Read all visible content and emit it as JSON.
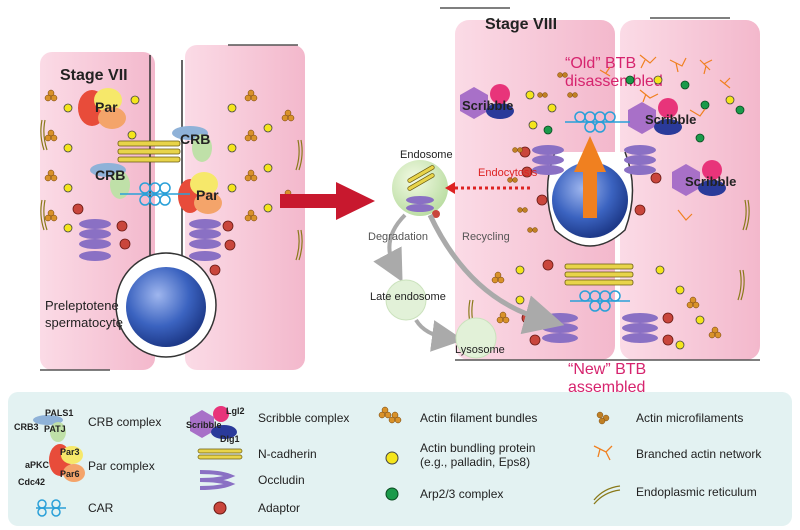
{
  "colors": {
    "cell_pink": "#f7c6d6",
    "legend_bg": "#e3f2f2",
    "red_arrow": "#c8182e",
    "magenta_text": "#d6246e",
    "nucleus_blue": "#3b63c0",
    "orange_arrow": "#f08020",
    "occludin_purple": "#8a70c4",
    "adaptor_red": "#c9463c",
    "actin_orange": "#d9922a",
    "bundling_yellow": "#f4e51c",
    "arp_green": "#1a9a4a",
    "cadherin_yellow": "#e8d44a",
    "car_cyan": "#2aa0d8",
    "gray_arrow": "#aaaaaa"
  },
  "stage7": {
    "title": "Stage VII",
    "par_label": "Par",
    "crb_label": "CRB",
    "cell_label_line1": "Preleptotene",
    "cell_label_line2": "spermatocyte"
  },
  "stage8": {
    "title": "Stage VIII",
    "old_btb_line1": "“Old” BTB",
    "old_btb_line2": "disassembled",
    "new_btb_line1": "“New” BTB",
    "new_btb_line2": "assembled",
    "scribble_label": "Scribble",
    "endosome": "Endosome",
    "endocytosis": "Endocytosis",
    "degradation": "Degradation",
    "recycling": "Recycling",
    "late_endosome": "Late endosome",
    "lysosome": "Lysosome"
  },
  "legend": {
    "crb_icon": {
      "pals1": "PALS1",
      "crb3": "CRB3",
      "patj": "PATJ"
    },
    "crb_complex": "CRB complex",
    "par_icon": {
      "par3": "Par3",
      "apkc": "aPKC",
      "par6": "Par6",
      "cdc42": "Cdc42"
    },
    "par_complex": "Par complex",
    "car": "CAR",
    "scribble_icon": {
      "lgl2": "Lgl2",
      "scribble": "Scribble",
      "dlg1": "Dlg1"
    },
    "scribble_complex": "Scribble complex",
    "n_cadherin": "N-cadherin",
    "occludin": "Occludin",
    "adaptor": "Adaptor",
    "actin_bundles": "Actin filament bundles",
    "bundling_line1": "Actin bundling protein",
    "bundling_line2": "(e.g., palladin, Eps8)",
    "arp": "Arp2/3 complex",
    "microfilaments": "Actin microfilaments",
    "branched": "Branched actin network",
    "er": "Endoplasmic reticulum"
  }
}
